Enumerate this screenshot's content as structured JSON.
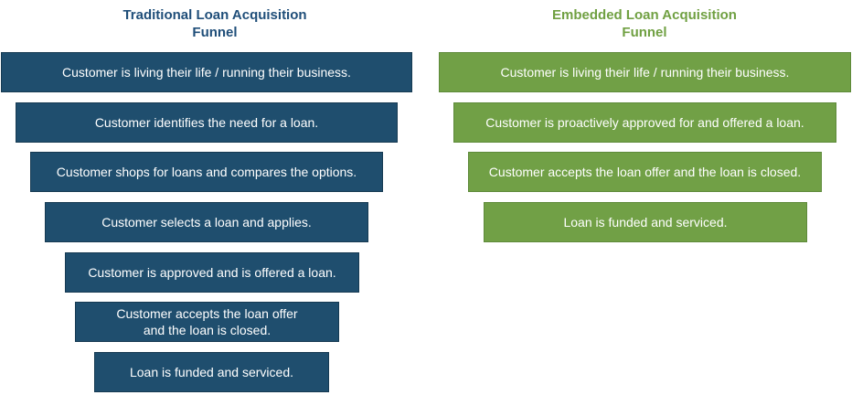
{
  "traditional": {
    "title": "Traditional Loan Acquisition\nFunnel",
    "steps": [
      "Customer is living their life / running their business.",
      "Customer identifies the need for a loan.",
      "Customer shops for loans and compares the options.",
      "Customer selects a loan and applies.",
      "Customer is approved and is offered a loan.",
      "Customer accepts the loan offer\nand the loan is closed.",
      "Loan is funded and serviced."
    ]
  },
  "embedded": {
    "title": "Embedded Loan Acquisition\nFunnel",
    "steps": [
      "Customer is living their life / running their business.",
      "Customer is proactively approved for and offered a loan.",
      "Customer accepts the loan offer and the loan is closed.",
      "Loan is funded and serviced."
    ]
  },
  "colors": {
    "traditional_box": "#1f4e6e",
    "traditional_title": "#1f4e79",
    "embedded_box": "#71a046",
    "embedded_title": "#70a042"
  }
}
